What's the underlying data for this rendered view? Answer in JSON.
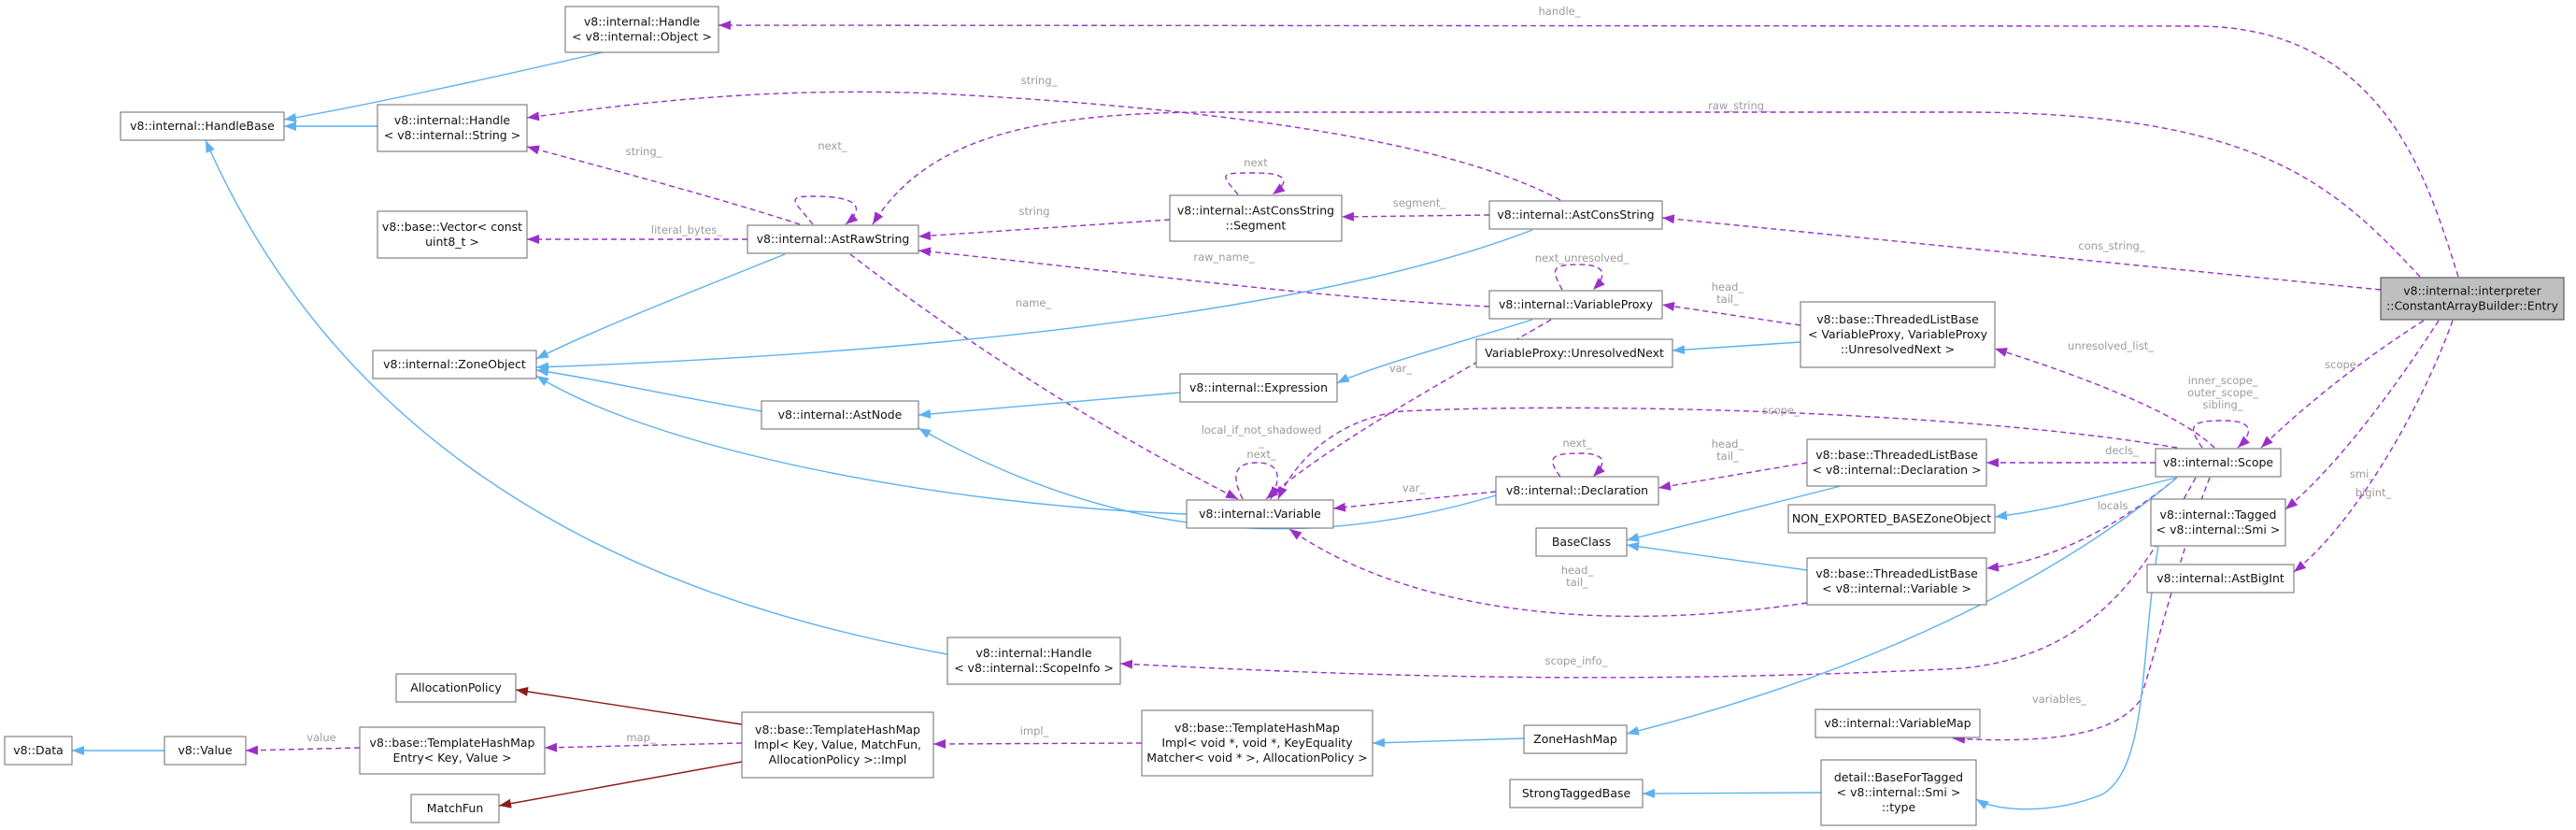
{
  "colors": {
    "inherit": "#5cb1f0",
    "usage": "#9a2fc8",
    "template": "#8b1a1a",
    "label": "#9a9a9a"
  },
  "nodes": [
    {
      "id": "entry",
      "focus": true,
      "lines": [
        "v8::internal::interpreter",
        "::ConstantArrayBuilder::Entry"
      ]
    },
    {
      "id": "handle_object",
      "lines": [
        "v8::internal::Handle",
        "< v8::internal::Object >"
      ]
    },
    {
      "id": "handlebase",
      "lines": [
        "v8::internal::HandleBase"
      ]
    },
    {
      "id": "handle_string",
      "lines": [
        "v8::internal::Handle",
        "< v8::internal::String >"
      ]
    },
    {
      "id": "vector",
      "lines": [
        "v8::base::Vector< const",
        "uint8_t >"
      ]
    },
    {
      "id": "astrawstring",
      "lines": [
        "v8::internal::AstRawString"
      ]
    },
    {
      "id": "segment",
      "lines": [
        "v8::internal::AstConsString",
        "::Segment"
      ]
    },
    {
      "id": "astconsstring",
      "lines": [
        "v8::internal::AstConsString"
      ]
    },
    {
      "id": "zoneobject",
      "lines": [
        "v8::internal::ZoneObject"
      ]
    },
    {
      "id": "variableproxy",
      "lines": [
        "v8::internal::VariableProxy"
      ]
    },
    {
      "id": "tl_varproxy",
      "lines": [
        "v8::base::ThreadedListBase",
        "< VariableProxy, VariableProxy",
        "::UnresolvedNext >"
      ]
    },
    {
      "id": "unresolvednext",
      "lines": [
        "VariableProxy::UnresolvedNext"
      ]
    },
    {
      "id": "expression",
      "lines": [
        "v8::internal::Expression"
      ]
    },
    {
      "id": "astnode",
      "lines": [
        "v8::internal::AstNode"
      ]
    },
    {
      "id": "variable",
      "lines": [
        "v8::internal::Variable"
      ]
    },
    {
      "id": "declaration",
      "lines": [
        "v8::internal::Declaration"
      ]
    },
    {
      "id": "tl_declaration",
      "lines": [
        "v8::base::ThreadedListBase",
        "< v8::internal::Declaration >"
      ]
    },
    {
      "id": "scope",
      "lines": [
        "v8::internal::Scope"
      ]
    },
    {
      "id": "nonexported",
      "lines": [
        "NON_EXPORTED_BASEZoneObject"
      ]
    },
    {
      "id": "baseclass",
      "lines": [
        "BaseClass"
      ]
    },
    {
      "id": "tl_variable",
      "lines": [
        "v8::base::ThreadedListBase",
        "< v8::internal::Variable >"
      ]
    },
    {
      "id": "tagged_smi",
      "lines": [
        "v8::internal::Tagged",
        "< v8::internal::Smi >"
      ]
    },
    {
      "id": "astbigint",
      "lines": [
        "v8::internal::AstBigInt"
      ]
    },
    {
      "id": "handle_scopeinfo",
      "lines": [
        "v8::internal::Handle",
        "< v8::internal::ScopeInfo >"
      ]
    },
    {
      "id": "allocationpolicy",
      "lines": [
        "AllocationPolicy"
      ]
    },
    {
      "id": "hashmapimpl",
      "lines": [
        "v8::base::TemplateHashMap",
        "Impl< Key, Value, MatchFun,",
        "AllocationPolicy >::Impl"
      ]
    },
    {
      "id": "v8data",
      "lines": [
        "v8::Data"
      ]
    },
    {
      "id": "v8value",
      "lines": [
        "v8::Value"
      ]
    },
    {
      "id": "hashmapentry",
      "lines": [
        "v8::base::TemplateHashMap",
        "Entry< Key, Value >"
      ]
    },
    {
      "id": "matchfun",
      "lines": [
        "MatchFun"
      ]
    },
    {
      "id": "hashmap_void",
      "lines": [
        "v8::base::TemplateHashMap",
        "Impl< void *, void *, KeyEquality",
        "Matcher< void * >, AllocationPolicy >"
      ]
    },
    {
      "id": "zonehashmap",
      "lines": [
        "ZoneHashMap"
      ]
    },
    {
      "id": "variablemap",
      "lines": [
        "v8::internal::VariableMap"
      ]
    },
    {
      "id": "strongtaggedbase",
      "lines": [
        "StrongTaggedBase"
      ]
    },
    {
      "id": "basefortagged",
      "lines": [
        "detail::BaseForTagged",
        "< v8::internal::Smi >",
        "::type"
      ]
    }
  ],
  "edge_labels": [
    {
      "id": "handle",
      "lines": [
        "handle_"
      ]
    },
    {
      "id": "raw_string",
      "lines": [
        "raw_string_"
      ]
    },
    {
      "id": "string_top",
      "lines": [
        "string_"
      ]
    },
    {
      "id": "string_2",
      "lines": [
        "string_"
      ]
    },
    {
      "id": "next_raw",
      "lines": [
        "next_"
      ]
    },
    {
      "id": "next_segment",
      "lines": [
        "next"
      ]
    },
    {
      "id": "literal_bytes",
      "lines": [
        "literal_bytes_"
      ]
    },
    {
      "id": "string_seg",
      "lines": [
        "string"
      ]
    },
    {
      "id": "segment",
      "lines": [
        "segment_"
      ]
    },
    {
      "id": "cons_string",
      "lines": [
        "cons_string_"
      ]
    },
    {
      "id": "next_unresolved",
      "lines": [
        "next_unresolved_"
      ]
    },
    {
      "id": "raw_name",
      "lines": [
        "raw_name_"
      ]
    },
    {
      "id": "head_tail_1",
      "lines": [
        "head_",
        "tail_"
      ]
    },
    {
      "id": "name",
      "lines": [
        "name_"
      ]
    },
    {
      "id": "var_1",
      "lines": [
        "var_"
      ]
    },
    {
      "id": "unresolved_list",
      "lines": [
        "unresolved_list_"
      ]
    },
    {
      "id": "scope_rels",
      "lines": [
        "inner_scope_",
        "outer_scope_",
        "sibling_"
      ]
    },
    {
      "id": "scope_entry",
      "lines": [
        "scope"
      ]
    },
    {
      "id": "scope_var",
      "lines": [
        "scope_"
      ]
    },
    {
      "id": "local_if",
      "lines": [
        "local_if_not_shadowed",
        "_",
        "next_"
      ]
    },
    {
      "id": "next_decl",
      "lines": [
        "next_"
      ]
    },
    {
      "id": "head_tail_2",
      "lines": [
        "head_",
        "tail_"
      ]
    },
    {
      "id": "decls",
      "lines": [
        "decls_"
      ]
    },
    {
      "id": "var_2",
      "lines": [
        "var_"
      ]
    },
    {
      "id": "smi",
      "lines": [
        "smi_"
      ]
    },
    {
      "id": "locals",
      "lines": [
        "locals_"
      ]
    },
    {
      "id": "bigint",
      "lines": [
        "bigint_"
      ]
    },
    {
      "id": "head_tail_3",
      "lines": [
        "head_",
        "tail_"
      ]
    },
    {
      "id": "scope_info",
      "lines": [
        "scope_info_"
      ]
    },
    {
      "id": "variables",
      "lines": [
        "variables_"
      ]
    },
    {
      "id": "map",
      "lines": [
        "map_"
      ]
    },
    {
      "id": "impl",
      "lines": [
        "impl_"
      ]
    },
    {
      "id": "value",
      "lines": [
        "value"
      ]
    }
  ]
}
